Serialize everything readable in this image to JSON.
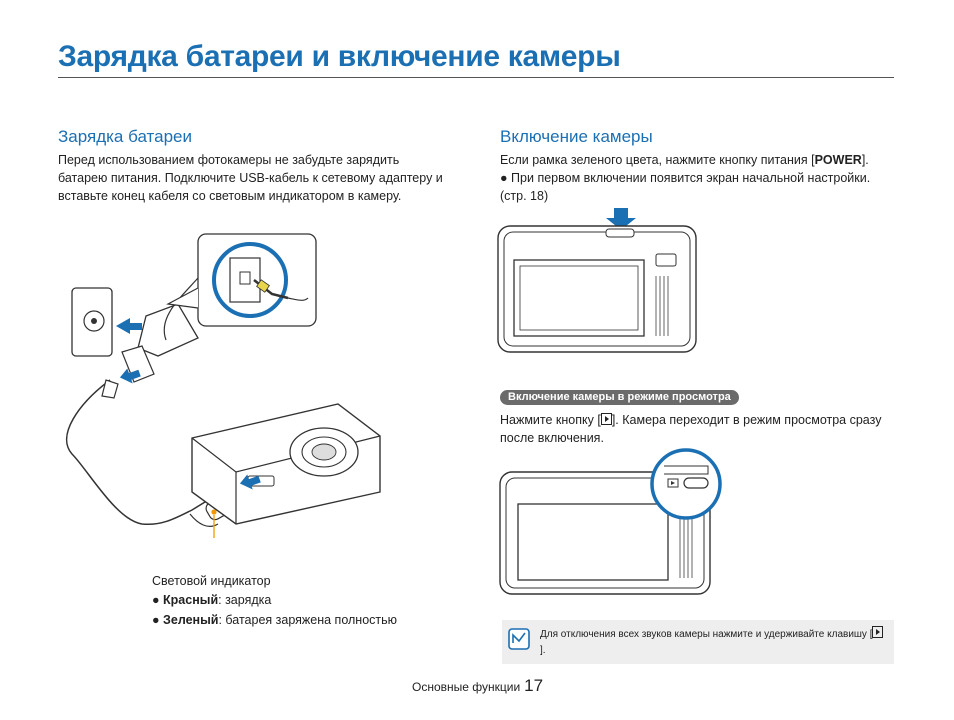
{
  "page": {
    "title": "Зарядка батареи и включение камеры",
    "footer_section": "Основные функции",
    "footer_page": "17"
  },
  "left": {
    "heading": "Зарядка батареи",
    "body": "Перед использованием фотокамеры не забудьте зарядить батарею питания. Подключите USB-кабель к сетевому адаптеру и вставьте конец кабеля со световым индикатором в камеру.",
    "indicator": {
      "label": "Световой индикатор",
      "items": [
        {
          "bullet": "●",
          "term": "Красный",
          "desc": ": зарядка"
        },
        {
          "bullet": "●",
          "term": "Зеленый",
          "desc": ": батарея заряжена полностью"
        }
      ]
    }
  },
  "right": {
    "heading": "Включение камеры",
    "line1_prefix": "Если рамка зеленого цвета, нажмите кнопку питания [",
    "line1_key": "POWER",
    "line1_suffix": "].",
    "bullet": "●",
    "bullet_text": "При первом включении появится экран начальной настройки. (стр. 18)",
    "playback_pill": "Включение камеры в режиме просмотра",
    "playback_prefix": "Нажмите кнопку [",
    "playback_suffix": "]. Камера переходит в режим просмотра сразу после включения.",
    "note_prefix": "Для отключения всех звуков камеры нажмите и удерживайте клавишу [",
    "note_suffix": "]."
  },
  "colors": {
    "accent_blue": "#1b6fb3",
    "indicator_orange": "#f39800",
    "note_bg": "#eeeeee",
    "pill_gray": "#6b6b6b"
  },
  "icons": [
    "note-icon",
    "playback-key-icon",
    "power-arrow-icon"
  ]
}
